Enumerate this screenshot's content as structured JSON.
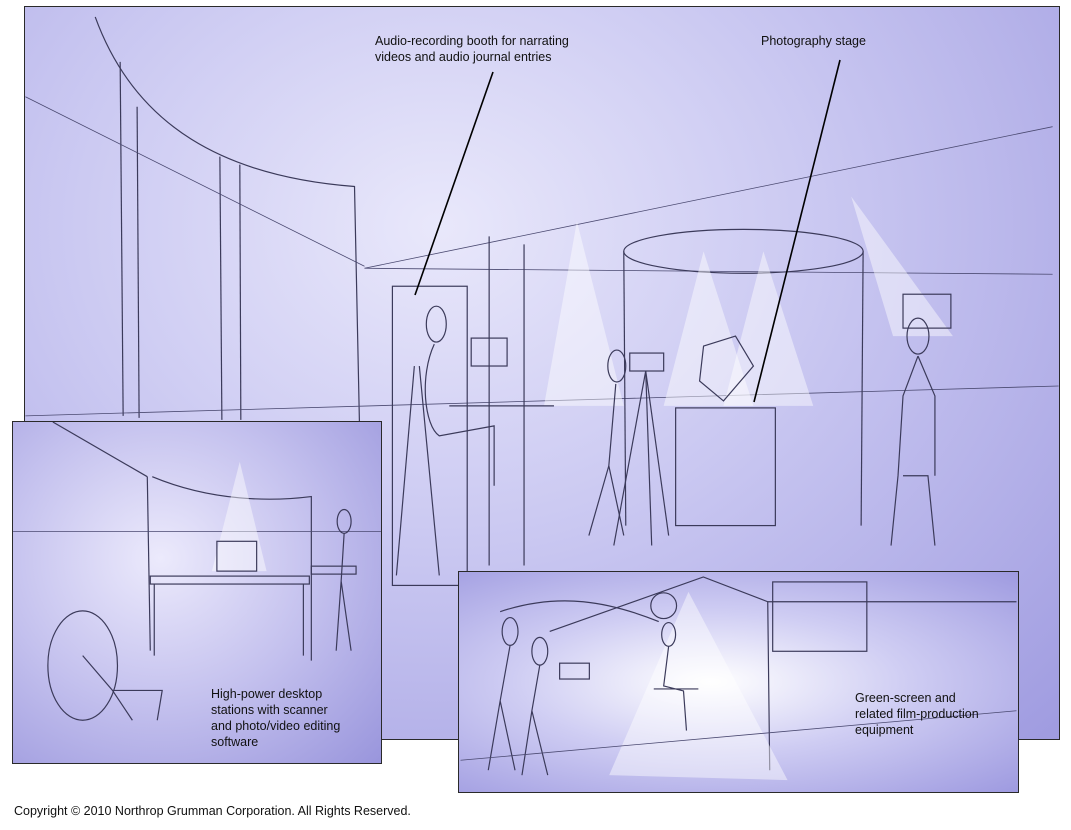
{
  "labels": {
    "audio_booth": "Audio-recording booth for narrating\nvideos and audio journal entries",
    "photo_stage": "Photography stage",
    "desktop_stations": "High-power desktop\nstations with scanner\nand photo/video editing\nsoftware",
    "green_screen": "Green-screen and\nrelated film-production\nequipment"
  },
  "copyright": "Copyright © 2010 Northrop Grumman Corporation.  All Rights Reserved.",
  "colors": {
    "sketch_light": "#e9e8fb",
    "sketch_mid": "#c9c7f1",
    "sketch_dark": "#9f9be0",
    "line": "#3b3a5a"
  }
}
